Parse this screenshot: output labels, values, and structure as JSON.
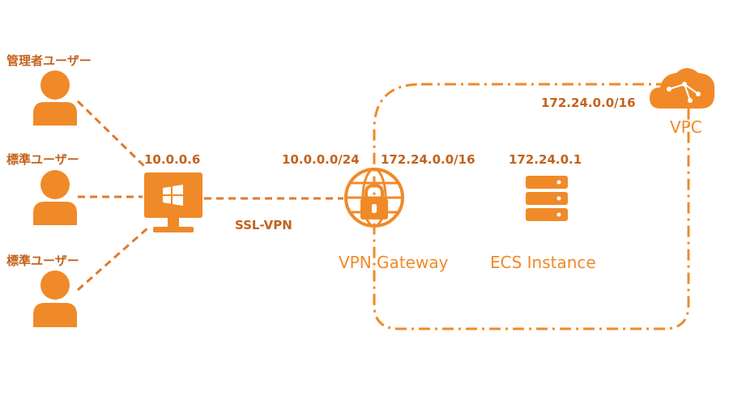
{
  "colors": {
    "accent": "#f08a28",
    "label_text": "#c4621c",
    "white": "#ffffff"
  },
  "users": [
    {
      "label": "管理者ユーザー",
      "icon": "user-icon"
    },
    {
      "label": "標準ユーザー",
      "icon": "user-icon"
    },
    {
      "label": "標準ユーザー",
      "icon": "user-icon"
    }
  ],
  "client": {
    "ip": "10.0.0.6",
    "icon": "windows-monitor-icon"
  },
  "connection": {
    "label": "SSL-VPN"
  },
  "gateway": {
    "name": "VPN Gateway",
    "client_cidr": "10.0.0.0/24",
    "vpc_cidr": "172.24.0.0/16",
    "icon": "vpn-gateway-lock-globe-icon"
  },
  "ecs": {
    "name": "ECS Instance",
    "ip": "172.24.0.1",
    "icon": "server-stack-icon"
  },
  "vpc": {
    "name": "VPC",
    "cidr": "172.24.0.0/16",
    "icon": "cloud-icon"
  }
}
